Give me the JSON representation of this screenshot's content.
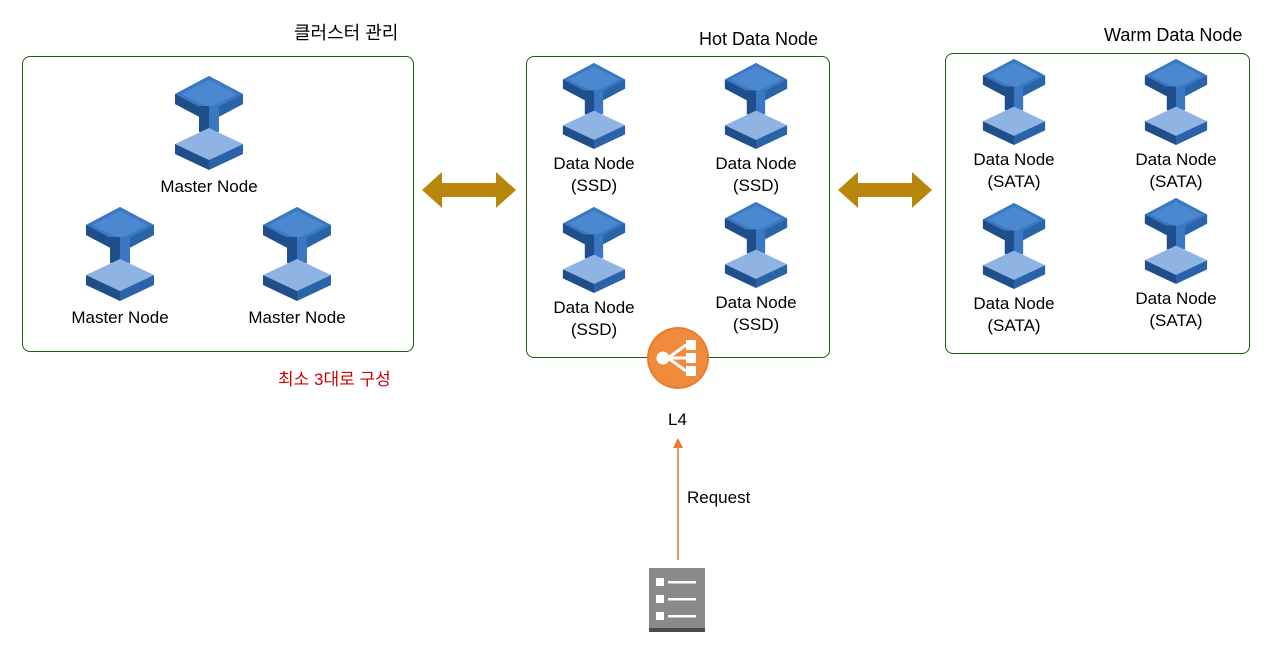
{
  "cluster_mgmt": {
    "title": "클러스터 관리",
    "nodes": [
      {
        "label": "Master Node"
      },
      {
        "label": "Master Node"
      },
      {
        "label": "Master Node"
      }
    ],
    "note": "최소 3대로 구성",
    "note_color": "#d40000"
  },
  "hot": {
    "title": "Hot Data Node",
    "nodes": [
      {
        "label": "Data Node",
        "sub": "(SSD)"
      },
      {
        "label": "Data Node",
        "sub": "(SSD)"
      },
      {
        "label": "Data Node",
        "sub": "(SSD)"
      },
      {
        "label": "Data Node",
        "sub": "(SSD)"
      }
    ]
  },
  "warm": {
    "title": "Warm Data Node",
    "nodes": [
      {
        "label": "Data Node",
        "sub": "(SATA)"
      },
      {
        "label": "Data Node",
        "sub": "(SATA)"
      },
      {
        "label": "Data Node",
        "sub": "(SATA)"
      },
      {
        "label": "Data Node",
        "sub": "(SATA)"
      }
    ]
  },
  "load_balancer": {
    "label": "L4",
    "icon": "load-balancer-icon",
    "color": "#e97c30"
  },
  "request": {
    "label": "Request",
    "line_color": "#e97c30"
  },
  "client": {
    "icon": "document-list-icon",
    "color": "#8a8a8a"
  },
  "colors": {
    "box_border": "#1f5c14",
    "arrow": "#b8860b",
    "node_dark": "#1f4e8a",
    "node_mid": "#3a78c3",
    "node_light": "#8fb4e3"
  }
}
